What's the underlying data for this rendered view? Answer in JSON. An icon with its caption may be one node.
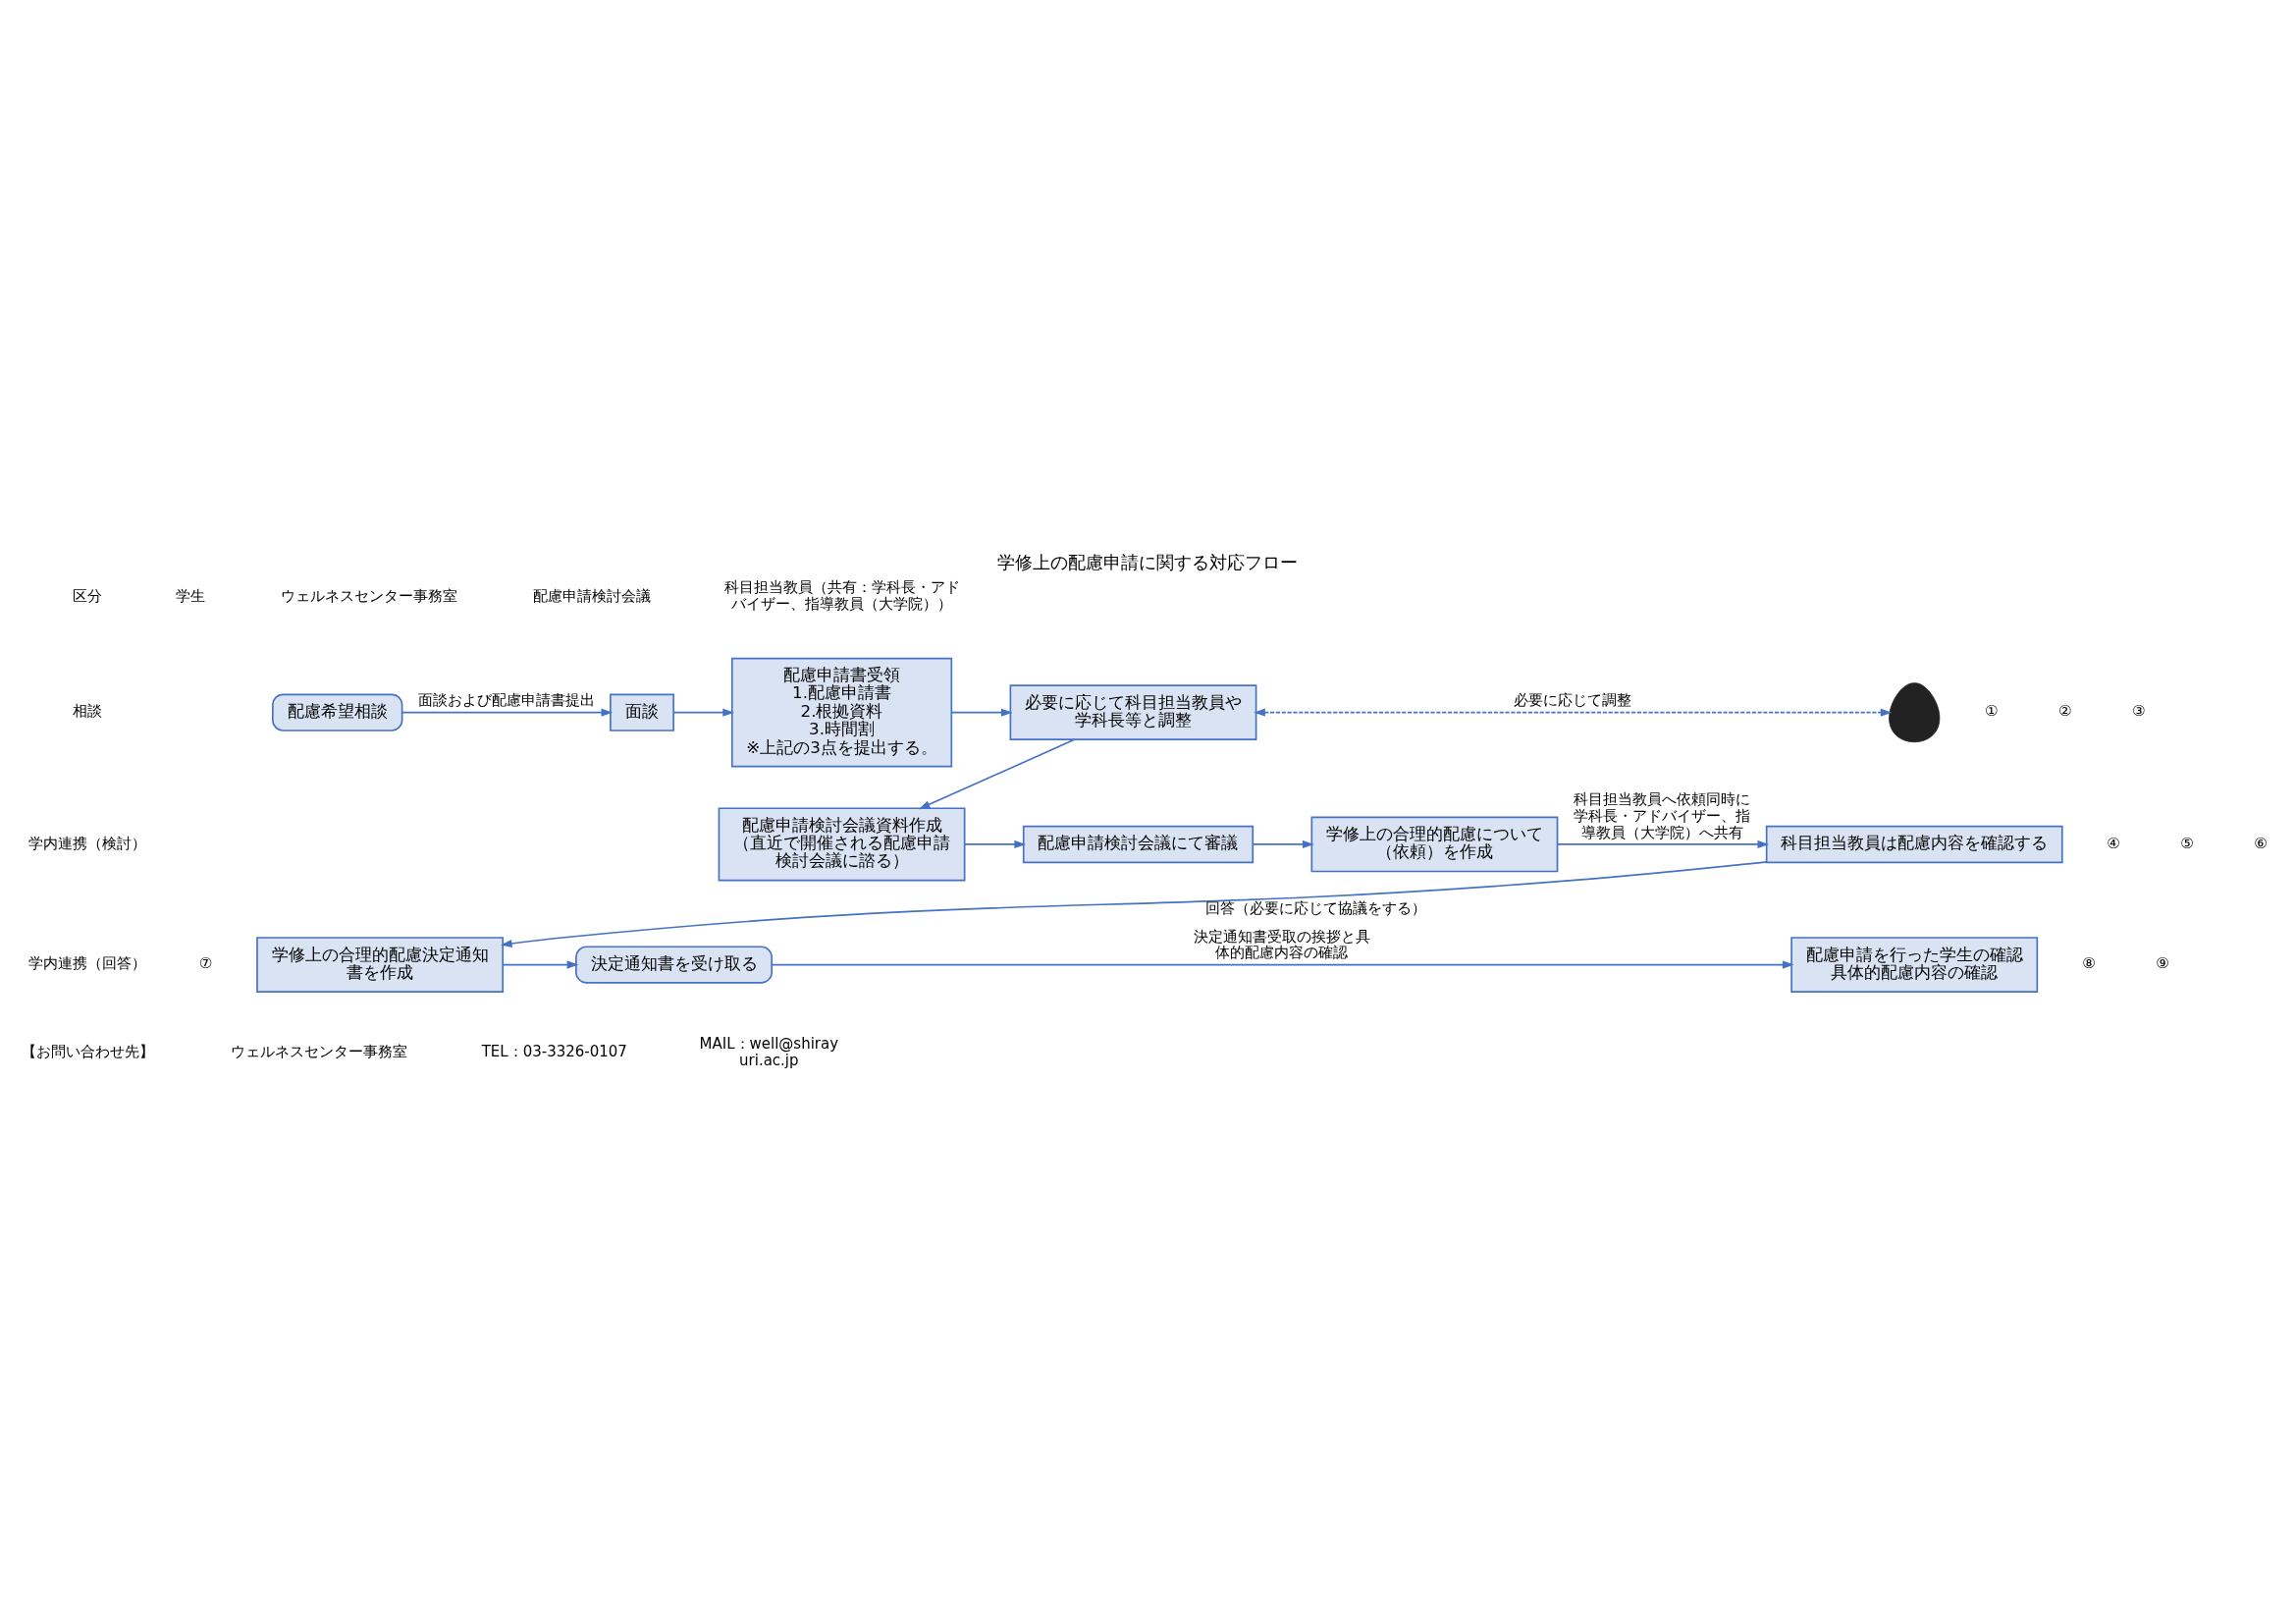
{
  "diagram": {
    "title": "学修上の配慮申請に関する対応フロー",
    "nodes": [
      {
        "text": [
          "配慮希望相談"
        ]
      },
      {
        "text": [
          "面談"
        ]
      },
      {
        "text": [
          "配慮申請書受領",
          "1.配慮申請書",
          "2.根拠資料",
          "3.時間割",
          "※上記の3点を提出する。"
        ]
      },
      {
        "text": [
          "必要に応じて科目担当教員や学科長等と調整"
        ]
      },
      {
        "text": [],
        "shape": "person"
      },
      {
        "text": [
          "配慮申請検討会議資料作成",
          "（直近で開催される配慮申請検討会議に諮る）"
        ]
      },
      {
        "text": [
          "配慮申請検討会議にて審議"
        ]
      },
      {
        "text": [
          "学修上の合理的配慮について（依頼）を作成"
        ]
      },
      {
        "text": [
          "科目担当教員は配慮内容を確認する"
        ]
      },
      {
        "text": [
          "学修上の合理的配慮決定通知書を作成"
        ]
      },
      {
        "text": [
          "決定通知書を受け取る"
        ]
      },
      {
        "text": [
          "配慮申請を行った学生の確認",
          "具体的配慮内容の確認"
        ]
      }
    ],
    "edges": [
      {
        "from": 0,
        "to": 1,
        "arrow": "to",
        "label": "面談および配慮申請書提出"
      },
      {
        "from": 1,
        "to": 2,
        "arrow": "to"
      },
      {
        "from": 2,
        "to": 3,
        "arrow": "to"
      },
      {
        "from": 3,
        "to": 4,
        "arrow": "both",
        "style": "dashed",
        "label": "必要に応じて調整"
      },
      {
        "from": 3,
        "to": 5,
        "arrow": "to"
      },
      {
        "from": 5,
        "to": 6,
        "arrow": "to"
      },
      {
        "from": 6,
        "to": 7,
        "arrow": "to"
      },
      {
        "from": 7,
        "to": 8,
        "arrow": "to",
        "label": "科目担当教員へ依頼同時に学科長・アドバイザー、指導教員（大学院）へ共有"
      },
      {
        "from": 8,
        "to": 9,
        "arrow": "to",
        "label": "回答（必要に応じて協議をする）"
      },
      {
        "from": 9,
        "to": 10,
        "arrow": "to"
      },
      {
        "from": 10,
        "to": 11,
        "arrow": "to",
        "label": "決定通知書受取の挨拶と具体的配慮内容の確認"
      }
    ],
    "labels": [
      "区分",
      "学生",
      "ウェルネスセンター事務室",
      "配慮申請検討会議",
      "科目担当教員（共有：学科長・アドバイザー、指導教員（大学院））",
      "相談",
      "①",
      "②",
      "③",
      "学内連携（検討）",
      "④",
      "⑤",
      "⑥",
      "⑦",
      "学内連携（回答）",
      "⑧",
      "⑨",
      "【お問い合わせ先】",
      "ウェルネスセンター事務室",
      "TEL：03-3326-0107",
      "MAIL：well@shirayuri.ac.jp"
    ]
  }
}
